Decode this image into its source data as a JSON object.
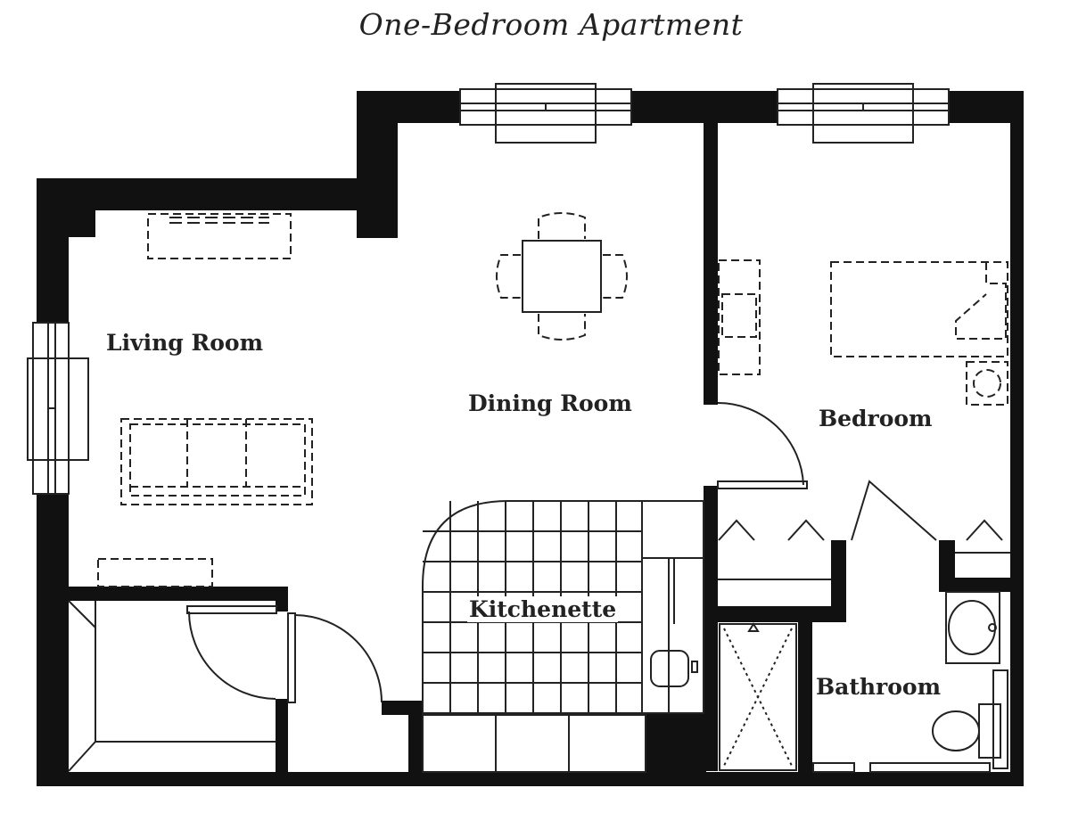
{
  "title": "One-Bedroom Apartment",
  "rooms": {
    "living_room": "Living Room",
    "dining_room": "Dining Room",
    "bedroom": "Bedroom",
    "kitchenette": "Kitchenette",
    "bathroom": "Bathroom"
  }
}
